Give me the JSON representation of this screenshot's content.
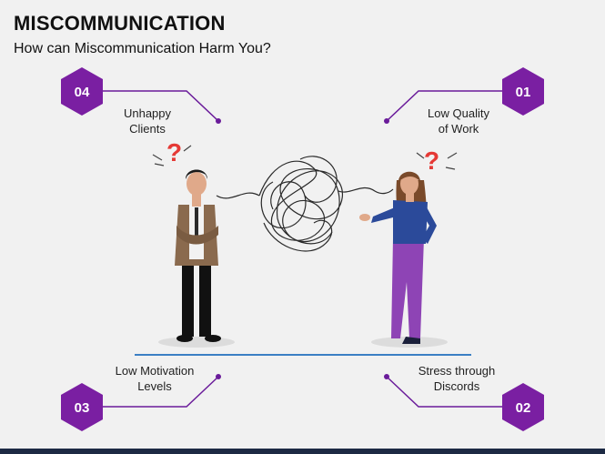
{
  "slide": {
    "title": "MISCOMMUNICATION",
    "subtitle": "How can Miscommunication Harm You?"
  },
  "items": [
    {
      "number": "01",
      "line1": "Low Quality",
      "line2": "of Work"
    },
    {
      "number": "02",
      "line1": "Stress through",
      "line2": "Discords"
    },
    {
      "number": "03",
      "line1": "Low Motivation",
      "line2": "Levels"
    },
    {
      "number": "04",
      "line1": "Unhappy",
      "line2": "Clients"
    }
  ],
  "colors": {
    "hexagon": "#7a1fa2",
    "connector": "#6a1b9a",
    "ground_line": "#3b7fc4",
    "background": "#f1f1f1",
    "question_mark": "#e53935"
  }
}
